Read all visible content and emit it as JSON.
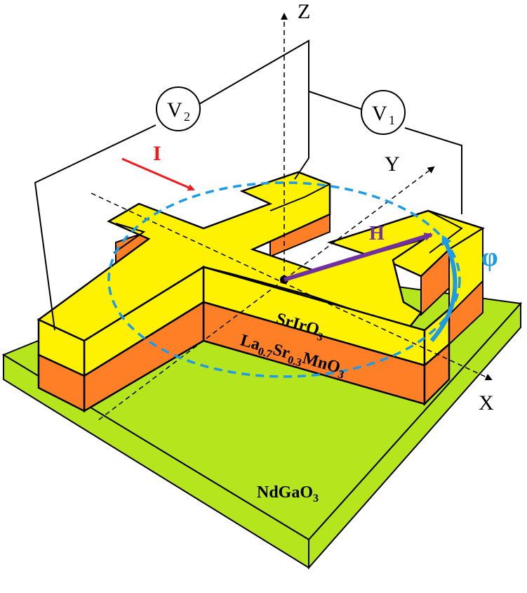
{
  "colors": {
    "substrate": "#B5E61D",
    "top_film": "#FFF200",
    "bottom_film": "#FF7F27",
    "current": "#EE1C1C",
    "field": "#7030A0",
    "circle_and_phi": "#1E9BE6",
    "outline": "#000000"
  },
  "axes": {
    "z": "Z",
    "y": "Y",
    "x": "X"
  },
  "voltmeters": {
    "v2": {
      "main": "V",
      "sub": "2"
    },
    "v1": {
      "main": "V",
      "sub": "1"
    }
  },
  "arrows": {
    "current": "I",
    "field": "H",
    "angle": "φ"
  },
  "layers": {
    "top": {
      "prefix": "SrIrO",
      "sub": "3"
    },
    "bottom": {
      "el1": "La",
      "sub1": "0.7",
      "el2": "Sr",
      "sub2": "0.3",
      "el3": "MnO",
      "sub3": "3"
    },
    "substrate": {
      "prefix": "NdGaO",
      "sub": "3"
    }
  }
}
